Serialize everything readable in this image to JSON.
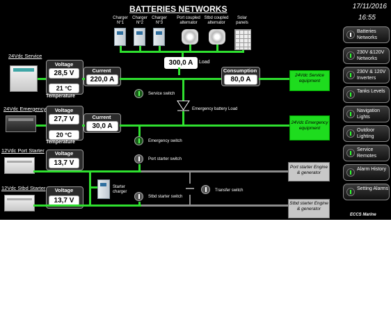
{
  "header": {
    "title": "BATTERIES NETWORKS",
    "date": "17/11/2016",
    "time": "16:55"
  },
  "sources": {
    "charger1": "Charger N°1",
    "charger2": "Charger N°2",
    "charger3": "Charger N°3",
    "port_alt": "Port coupled alternator",
    "stbd_alt": "Stbd coupled alternator",
    "solar": "Solar panels"
  },
  "load": {
    "value": "300,0 A",
    "label": "Load"
  },
  "service": {
    "label": "24Vdc Service",
    "voltage_label": "Voltage",
    "voltage": "28,5 V",
    "temp_value": "21 °C",
    "temp_label": "Temperature",
    "current_label": "Current",
    "current": "220,0 A",
    "consumption_label": "Consumption",
    "consumption": "80,0 A",
    "equipment": "24Vdc Service equipment",
    "switch_label": "Service switch"
  },
  "emergency": {
    "label": "24Vdc Emergency",
    "voltage_label": "Voltage",
    "voltage": "27,7 V",
    "temp_value": "20 °C",
    "temp_label": "Temperature",
    "current_label": "Current",
    "current": "30,0 A",
    "equipment": "24Vdc Emergency equipment",
    "battery_load": "Emergency battery Load",
    "switch_label": "Emergency switch"
  },
  "port_starter": {
    "label": "12Vdc Port Starter",
    "voltage_label": "Voltage",
    "voltage": "13,7 V",
    "switch_label": "Port starter switch",
    "equipment": "Port starter Engine & generator"
  },
  "stbd_starter": {
    "label": "12Vdc Stbd Starter",
    "voltage_label": "Voltage",
    "voltage": "13,7 V",
    "switch_label": "Stbd starter switch",
    "equipment": "Stbd starter Engine & generator"
  },
  "starter_charger": "Starter charger",
  "transfer_switch": "Transfer switch",
  "footer": "ECCS Marine",
  "nav": [
    {
      "label": "Batteries Networks",
      "active": true
    },
    {
      "label": "230V &120V Networks"
    },
    {
      "label": "230V & 120V Inverters"
    },
    {
      "label": "Tanks Levels"
    },
    {
      "label": "Navigation Lights"
    },
    {
      "label": "Outdoor Lighting"
    },
    {
      "label": "Service Remotes"
    },
    {
      "label": "Alarm History"
    },
    {
      "label": "Setting Alarms"
    }
  ],
  "colors": {
    "bus_active": "#2fe02f",
    "bus_inactive": "#8c8c8c",
    "equipment_on": "#1edc1e",
    "equipment_off": "#c8c8c8"
  }
}
